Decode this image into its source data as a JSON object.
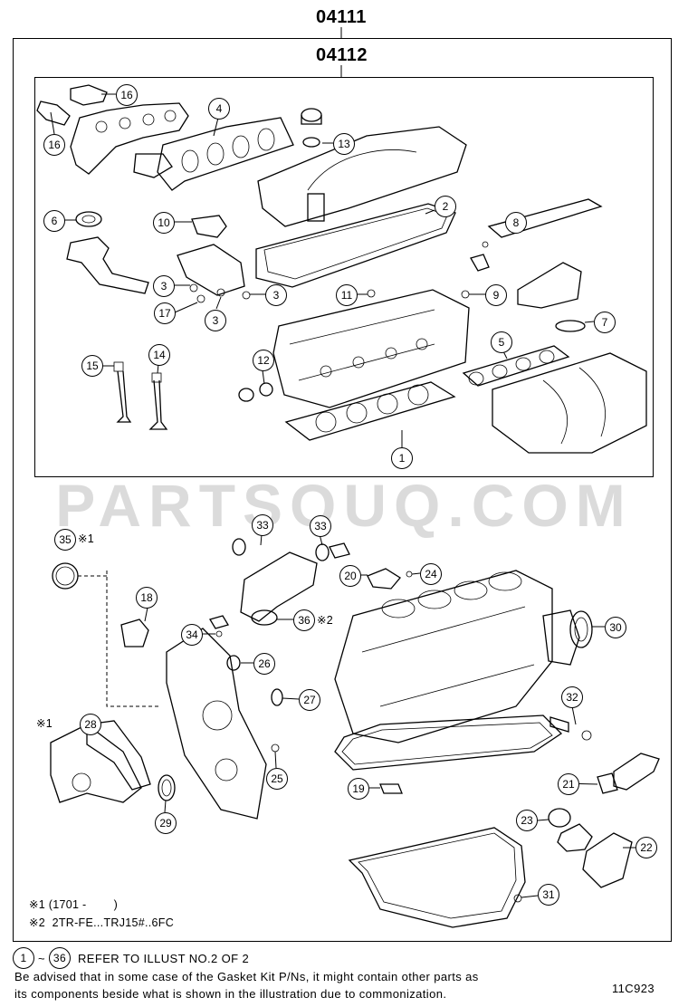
{
  "header": {
    "outer_kit_code": "04111",
    "inner_kit_code": "04112"
  },
  "watermark": "PARTSOUQ.COM",
  "callouts": [
    {
      "id": "c1",
      "label": "1"
    },
    {
      "id": "c2",
      "label": "2"
    },
    {
      "id": "c3a",
      "label": "3"
    },
    {
      "id": "c3b",
      "label": "3"
    },
    {
      "id": "c3c",
      "label": "3"
    },
    {
      "id": "c4",
      "label": "4"
    },
    {
      "id": "c5",
      "label": "5"
    },
    {
      "id": "c6",
      "label": "6"
    },
    {
      "id": "c7",
      "label": "7"
    },
    {
      "id": "c8",
      "label": "8"
    },
    {
      "id": "c9",
      "label": "9"
    },
    {
      "id": "c10",
      "label": "10"
    },
    {
      "id": "c11",
      "label": "11"
    },
    {
      "id": "c12",
      "label": "12"
    },
    {
      "id": "c13",
      "label": "13"
    },
    {
      "id": "c14",
      "label": "14"
    },
    {
      "id": "c15",
      "label": "15"
    },
    {
      "id": "c16a",
      "label": "16"
    },
    {
      "id": "c16b",
      "label": "16"
    },
    {
      "id": "c17",
      "label": "17"
    },
    {
      "id": "c18",
      "label": "18"
    },
    {
      "id": "c19",
      "label": "19"
    },
    {
      "id": "c20",
      "label": "20"
    },
    {
      "id": "c21",
      "label": "21"
    },
    {
      "id": "c22",
      "label": "22"
    },
    {
      "id": "c23",
      "label": "23"
    },
    {
      "id": "c24",
      "label": "24"
    },
    {
      "id": "c25",
      "label": "25"
    },
    {
      "id": "c26",
      "label": "26"
    },
    {
      "id": "c27",
      "label": "27"
    },
    {
      "id": "c28",
      "label": "28"
    },
    {
      "id": "c29",
      "label": "29"
    },
    {
      "id": "c30",
      "label": "30"
    },
    {
      "id": "c31",
      "label": "31"
    },
    {
      "id": "c32",
      "label": "32"
    },
    {
      "id": "c33a",
      "label": "33"
    },
    {
      "id": "c33b",
      "label": "33"
    },
    {
      "id": "c34",
      "label": "34"
    },
    {
      "id": "c35",
      "label": "35"
    },
    {
      "id": "c36",
      "label": "36"
    }
  ],
  "marks": {
    "m35": "※1",
    "m36": "※2",
    "m28": "※1"
  },
  "notes": {
    "line1": "※1 (1701 -        )",
    "line2": "※2  2TR-FE...TRJ15#..6FC"
  },
  "footer": {
    "ref_from": "1",
    "ref_tilde": "~",
    "ref_to": "36",
    "ref_text": "REFER TO ILLUST NO.2 OF 2",
    "advice_line1": "Be advised that in some case of the Gasket Kit P/Ns,  it might contain other parts as",
    "advice_line2": "its components beside what is shown in the illustration due to commonization.",
    "illustration_code": "11C923"
  }
}
